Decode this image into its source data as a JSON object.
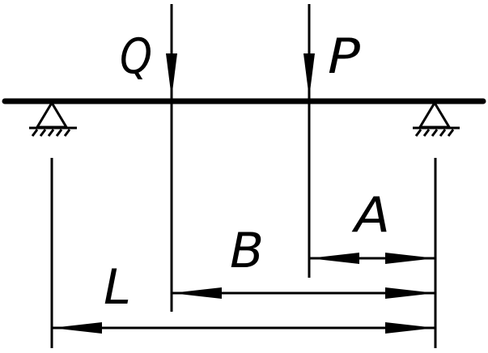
{
  "loads": {
    "q": "Q",
    "p": "P"
  },
  "dimensions": {
    "a": "A",
    "b": "B",
    "l": "L"
  },
  "colors": {
    "ink": "#000000",
    "background": "#ffffff"
  }
}
